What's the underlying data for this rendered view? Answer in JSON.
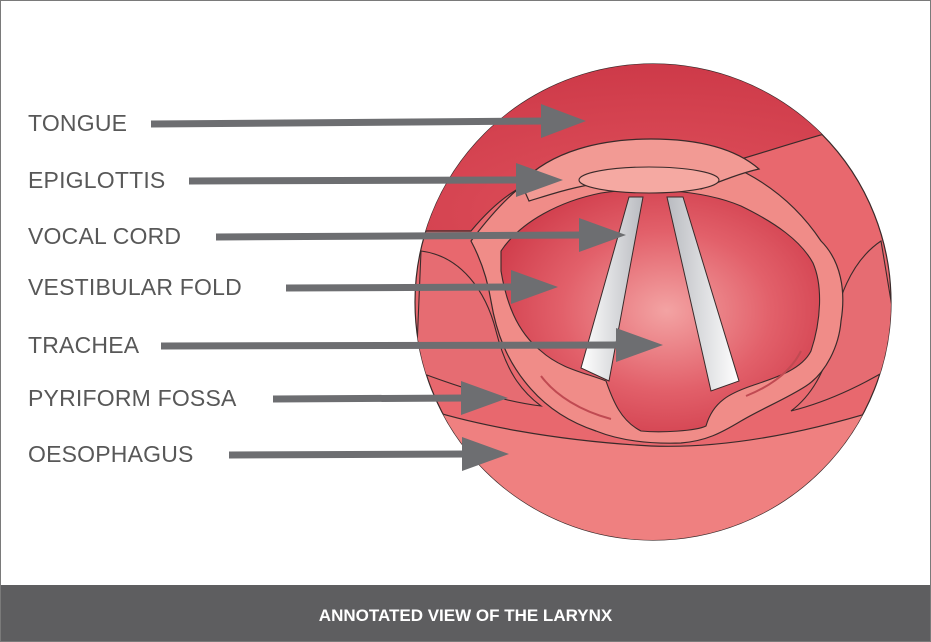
{
  "labels": {
    "tongue": "TONGUE",
    "epiglottis": "EPIGLOTTIS",
    "vocal_cord": "VOCAL CORD",
    "vestibular_fold": "VESTIBULAR FOLD",
    "trachea": "TRACHEA",
    "pyriform_fossa": "PYRIFORM FOSSA",
    "oesophagus": "OESOPHAGUS"
  },
  "caption": "ANNOTATED VIEW OF THE LARYNX",
  "colors": {
    "outer_tissue": "#e8686e",
    "tongue": "#d9434f",
    "fold": "#f08c88",
    "trachea": "#d9434f",
    "vocal_cord": "#dcdde0",
    "arrow": "#6d6e71",
    "caption_bar": "#5e5e60",
    "label_text": "#585858"
  }
}
